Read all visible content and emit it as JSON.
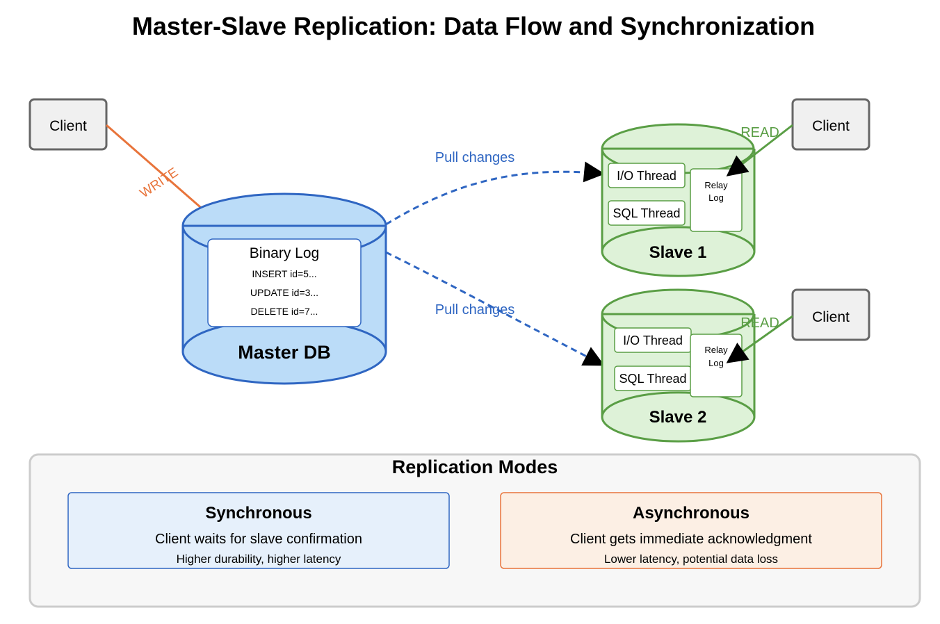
{
  "title": "Master-Slave Replication: Data Flow and Synchronization",
  "clients": {
    "write_client": "Client",
    "read_client_1": "Client",
    "read_client_2": "Client"
  },
  "edges": {
    "write": "WRITE",
    "read_1": "READ",
    "read_2": "READ",
    "pull_1": "Pull changes",
    "pull_2": "Pull changes"
  },
  "master": {
    "label": "Master DB",
    "binlog_title": "Binary Log",
    "binlog_entries": [
      "INSERT id=5...",
      "UPDATE id=3...",
      "DELETE id=7..."
    ]
  },
  "slaves": [
    {
      "label": "Slave 1",
      "io_thread": "I/O Thread",
      "sql_thread": "SQL Thread",
      "relay_line1": "Relay",
      "relay_line2": "Log"
    },
    {
      "label": "Slave 2",
      "io_thread": "I/O Thread",
      "sql_thread": "SQL Thread",
      "relay_line1": "Relay",
      "relay_line2": "Log"
    }
  ],
  "modes": {
    "title": "Replication Modes",
    "synchronous": {
      "title": "Synchronous",
      "description": "Client waits for slave confirmation",
      "tradeoff": "Higher durability, higher latency"
    },
    "asynchronous": {
      "title": "Asynchronous",
      "description": "Client gets immediate acknowledgment",
      "tradeoff": "Lower latency, potential data loss"
    }
  },
  "colors": {
    "master_fill": "#bbdcf8",
    "master_stroke": "#2f66c2",
    "slave_fill": "#def2d8",
    "slave_stroke": "#5a9e45",
    "write": "#e8743b",
    "client_fill": "#f0f0f0",
    "client_stroke": "#666666",
    "sync_fill": "#e6f0fb",
    "async_fill": "#fcefe4"
  }
}
